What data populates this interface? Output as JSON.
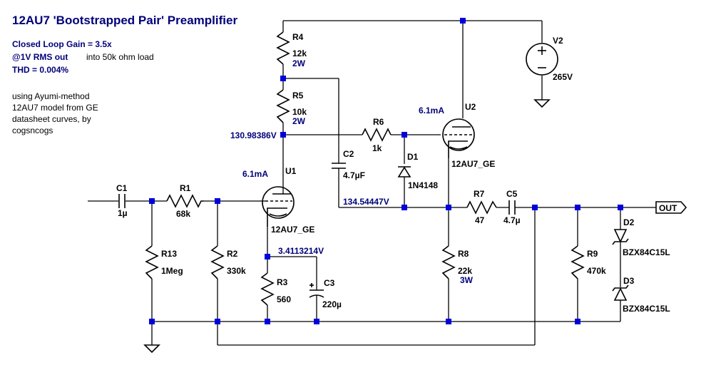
{
  "title": "12AU7 'Bootstrapped Pair' Preamplifier",
  "specs": {
    "gain": "Closed Loop Gain = 3.5x",
    "output": "@1V RMS out",
    "load": "into 50k ohm load",
    "thd": "THD = 0.004%"
  },
  "note": [
    "using Ayumi-method",
    "12AU7 model from GE",
    "datasheet curves, by",
    "cogsncogs"
  ],
  "components": {
    "C1": {
      "name": "C1",
      "value": "1µ"
    },
    "R1": {
      "name": "R1",
      "value": "68k"
    },
    "R13": {
      "name": "R13",
      "value": "1Meg"
    },
    "R2": {
      "name": "R2",
      "value": "330k"
    },
    "R3": {
      "name": "R3",
      "value": "560"
    },
    "C3": {
      "name": "C3",
      "value": "220µ"
    },
    "U1": {
      "name": "U1",
      "model": "12AU7_GE",
      "current": "6.1mA"
    },
    "R4": {
      "name": "R4",
      "value": "12k",
      "power": "2W"
    },
    "R5": {
      "name": "R5",
      "value": "10k",
      "power": "2W"
    },
    "C2": {
      "name": "C2",
      "value": "4.7µF"
    },
    "R6": {
      "name": "R6",
      "value": "1k"
    },
    "D1": {
      "name": "D1",
      "value": "1N4148"
    },
    "U2": {
      "name": "U2",
      "model": "12AU7_GE",
      "current": "6.1mA"
    },
    "R7": {
      "name": "R7",
      "value": "47"
    },
    "C5": {
      "name": "C5",
      "value": "4.7µ"
    },
    "R8": {
      "name": "R8",
      "value": "22k",
      "power": "3W"
    },
    "R9": {
      "name": "R9",
      "value": "470k"
    },
    "D2": {
      "name": "D2",
      "value": "BZX84C15L"
    },
    "D3": {
      "name": "D3",
      "value": "BZX84C15L"
    },
    "V2": {
      "name": "V2",
      "value": "265V"
    }
  },
  "node_voltages": {
    "plate_u1": "130.98386V",
    "cathode_u1": "3.4113214V",
    "cathode_u2": "134.54447V"
  },
  "output_label": "OUT",
  "colors": {
    "wire": "#000000",
    "node": "#0000dd",
    "label_blue": "#00007a"
  }
}
